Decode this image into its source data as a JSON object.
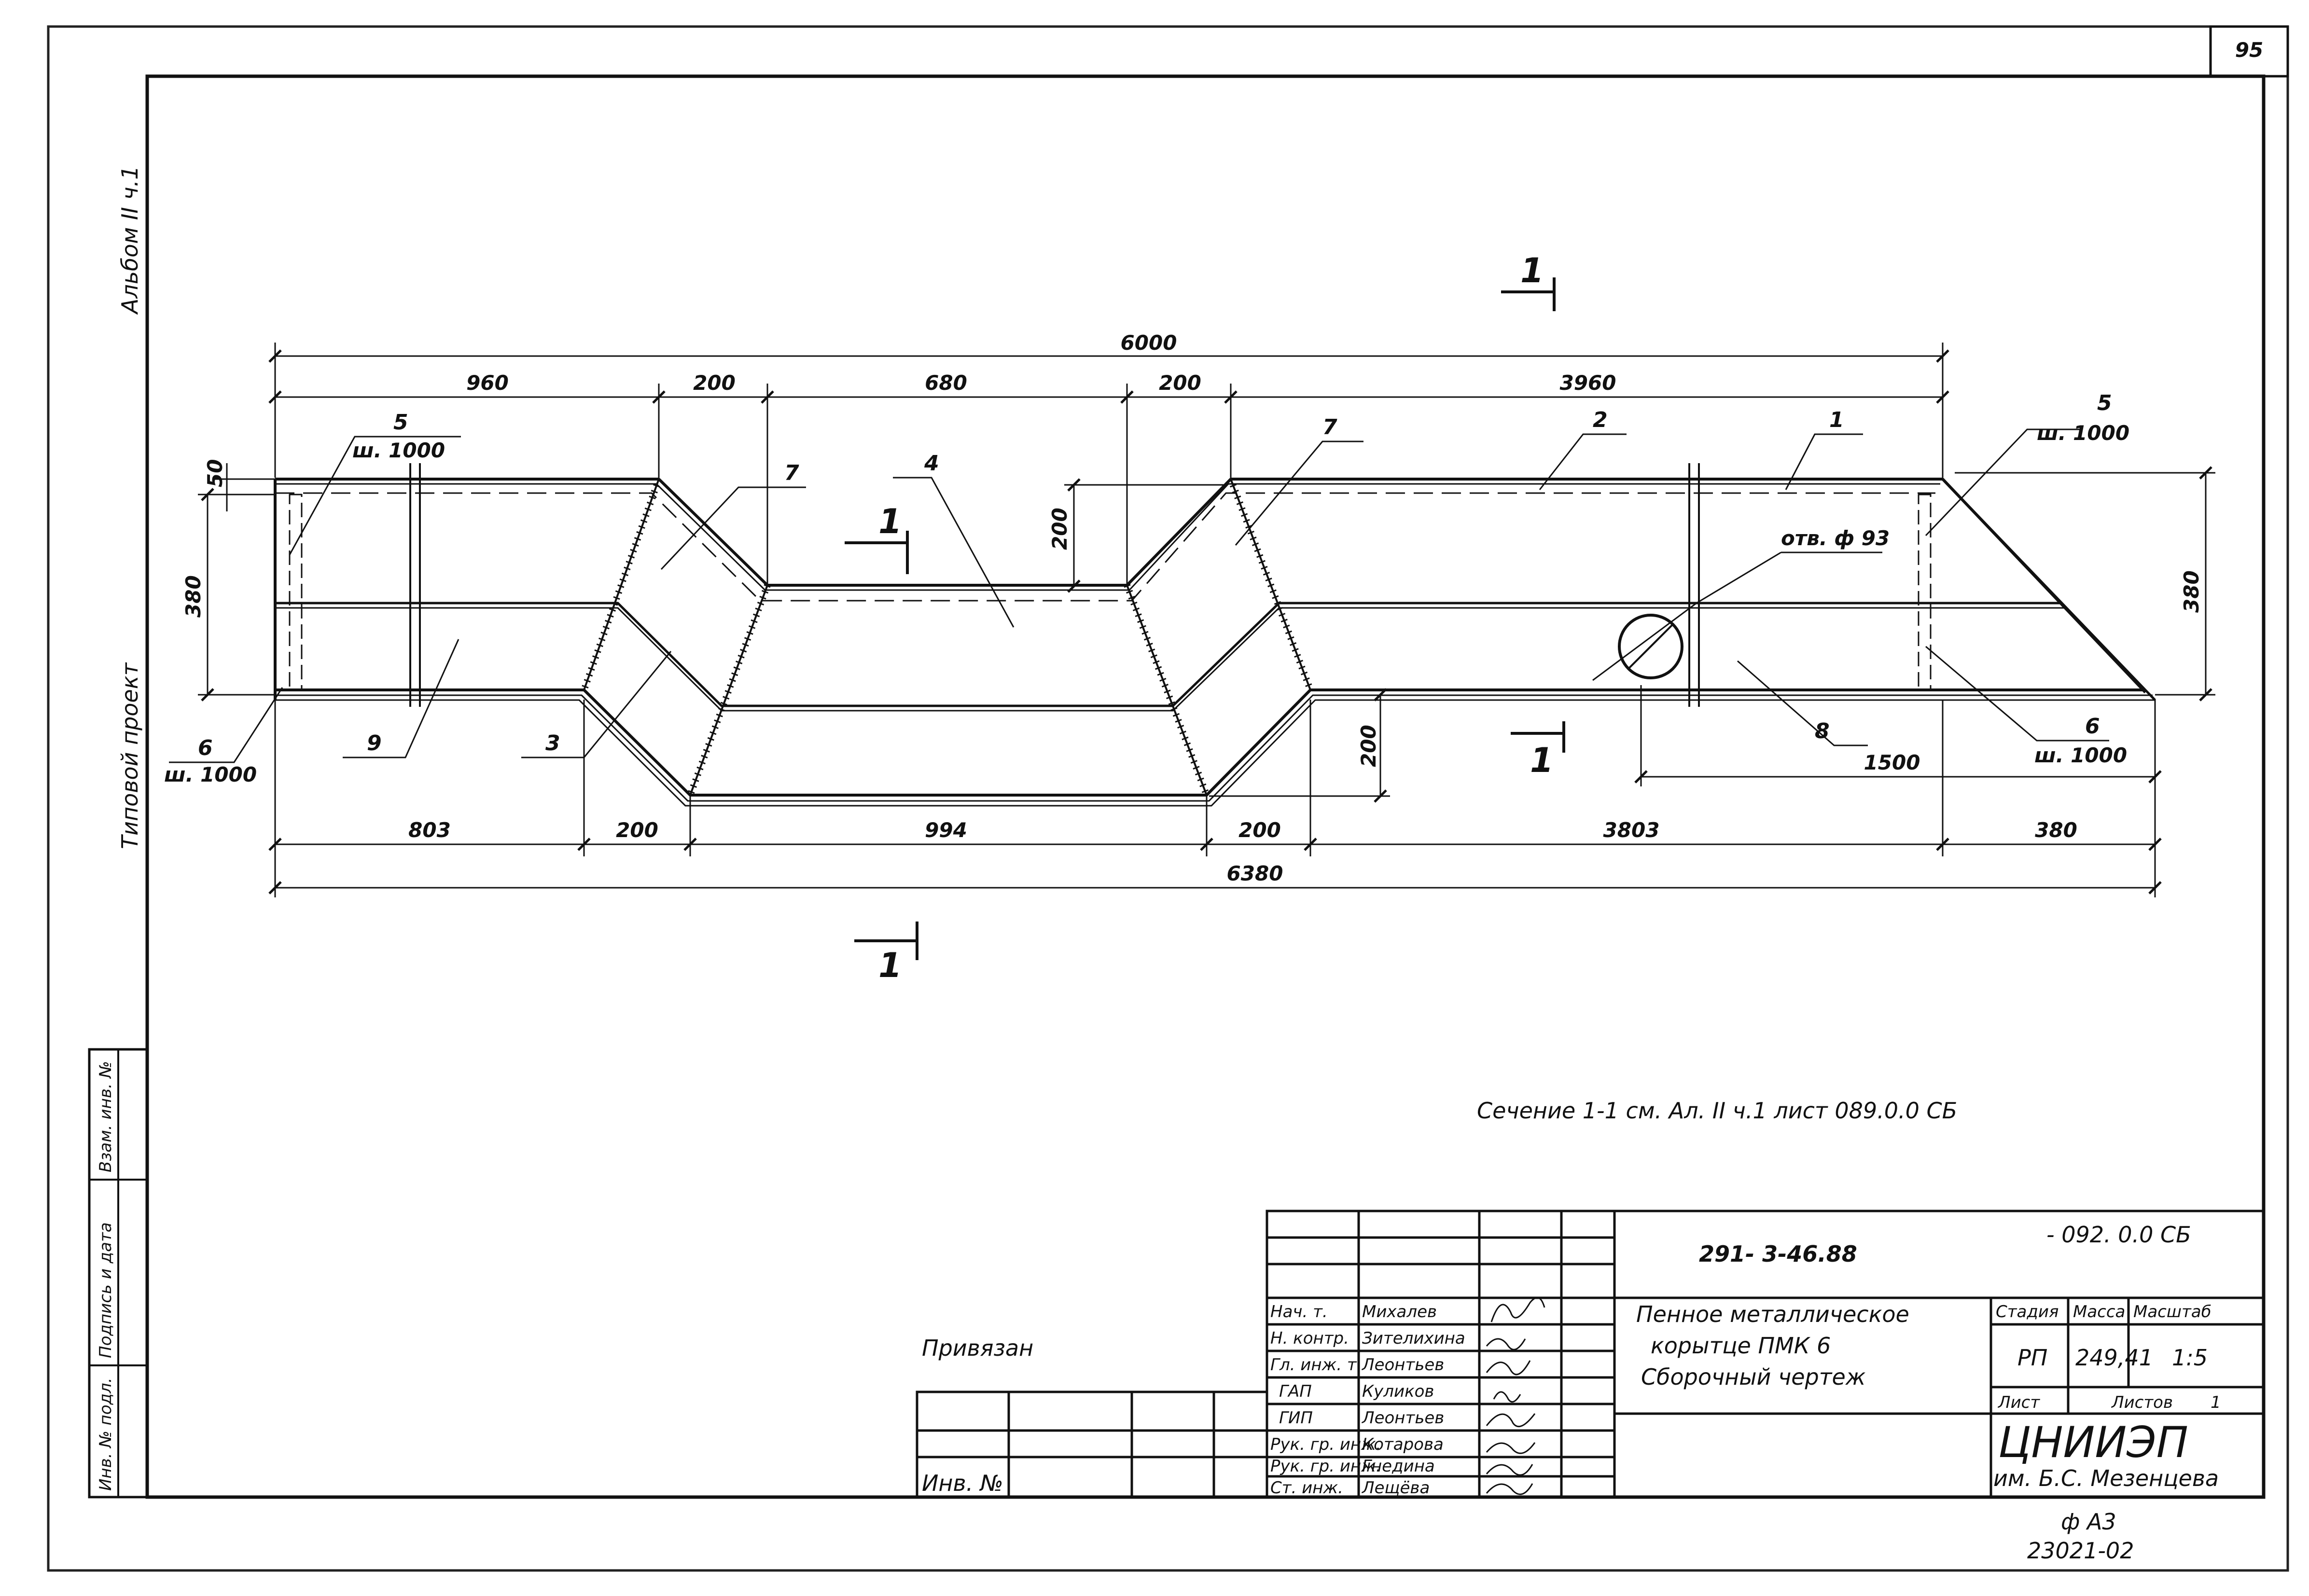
{
  "sheet_number": "95",
  "side_labels": {
    "album": "Альбом  II  ч.1",
    "project": "Типовой  проект"
  },
  "side_stamp": [
    "Инв. № подл.",
    "Подпись и дата",
    "Взам. инв. №"
  ],
  "dimensions": {
    "total_top": "6000",
    "top": [
      "960",
      "200",
      "680",
      "200",
      "3960"
    ],
    "bottom": [
      "803",
      "200",
      "994",
      "200",
      "3803",
      "380"
    ],
    "total_bottom": "6380",
    "height_left": "380",
    "height_right": "380",
    "offset_50": "50",
    "step_200_a": "200",
    "step_200_b": "200",
    "hole_distance": "1500"
  },
  "positions": [
    "5",
    "7",
    "4",
    "7",
    "2",
    "1",
    "5",
    "9",
    "3",
    "6",
    "8",
    "6"
  ],
  "callouts": {
    "width_5_left": "ш. 1000",
    "width_5_right": "ш. 1000",
    "width_6_left": "ш. 1000",
    "width_6_right": "ш. 1000",
    "hole": "отв. ф 93"
  },
  "section_marks": [
    "1",
    "1",
    "1",
    "1"
  ],
  "section_note": "Сечение  1-1   см.  Ал. II  ч.1  лист  089.0.0 СБ",
  "title_block": {
    "doc_code": "291- 3-46.88",
    "doc_suffix": "- 092. 0.0 СБ",
    "title_lines": [
      "Пенное  металлическое",
      "корытце     ПМК 6",
      "Сборочный   чертеж"
    ],
    "stage_header": "Стадия",
    "mass_header": "Масса",
    "scale_header": "Масштаб",
    "stage": "РП",
    "mass": "249,41",
    "scale": "1:5",
    "sheet_label": "Лист",
    "sheets_label": "Листов",
    "sheets_count": "1",
    "org": "ЦНИИЭП",
    "org_sub": "им. Б.С. Мезенцева",
    "bound_label": "Привязан",
    "inv_label": "Инв. №",
    "roles": [
      {
        "role": "Нач. т.",
        "name": "Михалев"
      },
      {
        "role": "Н. контр.",
        "name": "Зителихина"
      },
      {
        "role": "Гл. инж. т.",
        "name": "Леонтьев"
      },
      {
        "role": "ГАП",
        "name": "Куликов"
      },
      {
        "role": "ГИП",
        "name": "Леонтьев"
      },
      {
        "role": "Рук. гр. инж.",
        "name": "Котарова"
      },
      {
        "role": "Рук. гр. инж.",
        "name": "Гнедина"
      },
      {
        "role": "Ст. инж.",
        "name": "Лещёва"
      }
    ]
  },
  "format": "ф  А3",
  "sheet_code": "23021-02"
}
